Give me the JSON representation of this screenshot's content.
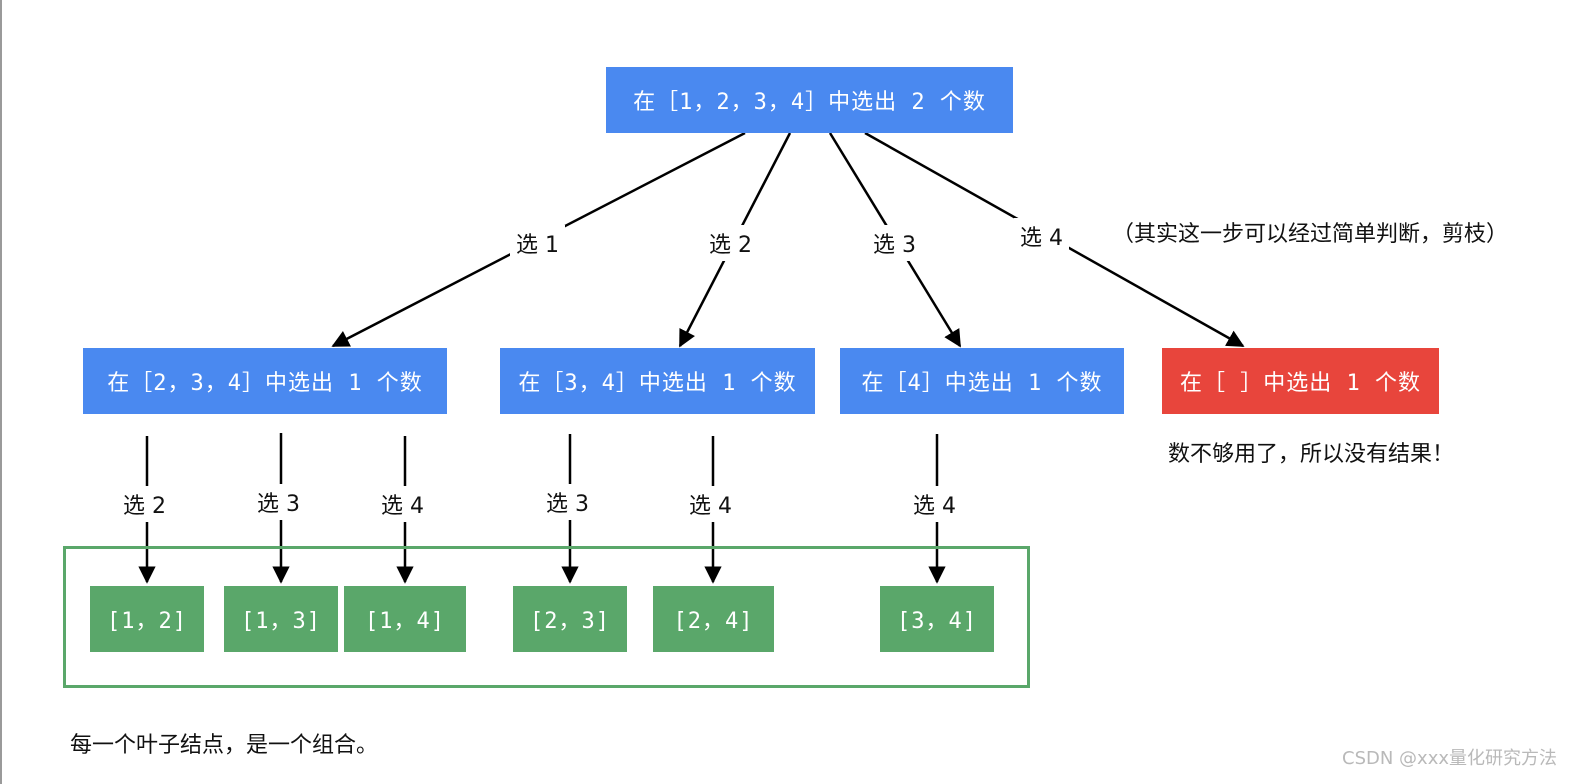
{
  "root": "在［1，2，3，4］中选出 2 个数",
  "level1": [
    "在［2，3，4］中选出 1 个数",
    "在［3，4］中选出 1 个数",
    "在［4］中选出 1 个数",
    "在［ ］中选出 1 个数"
  ],
  "edge_labels_top": [
    "选 1",
    "选 2",
    "选 3",
    "选 4"
  ],
  "edge_labels_bottom": [
    "选 2",
    "选 3",
    "选 4",
    "选 3",
    "选 4",
    "选 4"
  ],
  "leaves": [
    "[1，2]",
    "[1，3]",
    "[1，4]",
    "[2，3]",
    "[2，4]",
    "[3，4]"
  ],
  "notes": {
    "prune": "（其实这一步可以经过简单判断，剪枝）",
    "no_result": "数不够用了，所以没有结果！",
    "leaf_caption": "每一个叶子结点，是一个组合。"
  },
  "watermark": "CSDN @xxx量化研究方法",
  "colors": {
    "internal_node": "#4a89f0",
    "empty_node": "#e8453c",
    "leaf_node": "#5aa76a",
    "edge": "#000000"
  }
}
